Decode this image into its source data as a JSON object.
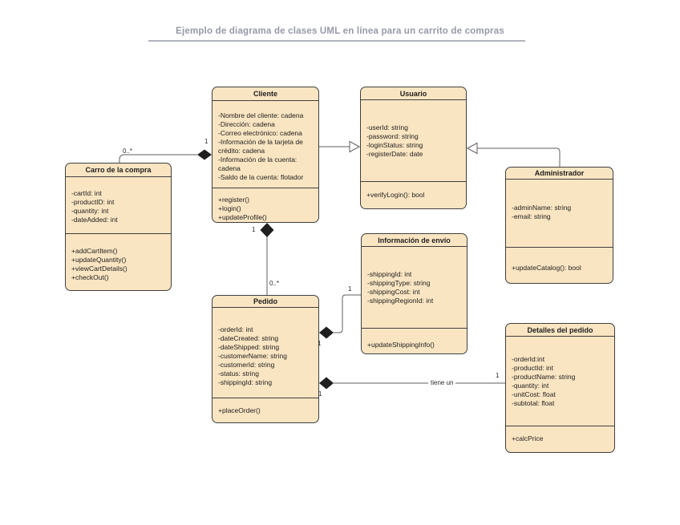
{
  "title": "Ejemplo de diagrama de clases UML en línea para un carrito de compras",
  "colors": {
    "class_fill": "#fae5c2",
    "class_border": "#3f3f3f",
    "connector": "#5f5f5f",
    "diamond": "#1f1f1f",
    "heading_text": "#959aa7",
    "heading_underline": "#aeb3bd"
  },
  "classes": [
    {
      "name": "Cliente",
      "attributes": [
        "-Nombre del cliente: cadena",
        "-Dirección: cadena",
        "-Correo electrónico: cadena",
        "-Información de la tarjeta de crédito: cadena",
        "-Información de la cuenta: cadena",
        "-Saldo de la cuenta: flotador"
      ],
      "methods": [
        "+register()",
        "+login()",
        "+updateProfile()"
      ]
    },
    {
      "name": "Usuario",
      "attributes": [
        "-userId: string",
        "-password: string",
        "-loginStatus: string",
        "-registerDate: date"
      ],
      "methods": [
        "+verifyLogin(): bool"
      ]
    },
    {
      "name": "Carro de la compra",
      "attributes": [
        "-cartId: int",
        "-productID: int",
        "-quantity: int",
        "-dateAdded: int"
      ],
      "methods": [
        "+addCartItem()",
        "+updateQuantity()",
        "+viewCartDetails()",
        "+checkOut()"
      ]
    },
    {
      "name": "Administrador",
      "attributes": [
        "-adminName: string",
        "-email: string"
      ],
      "methods": [
        "+updateCatalog(): bool"
      ]
    },
    {
      "name": "Información de envío",
      "attributes": [
        "-shippingId: int",
        "-shippingType: string",
        "-shippingCost: int",
        "-shippingRegionId: int"
      ],
      "methods": [
        "+updateShippingInfo()"
      ]
    },
    {
      "name": "Pedido",
      "attributes": [
        "-orderId: int",
        "-dateCreated: string",
        "-dateShipped: string",
        "-customerName: string",
        "-customerId: string",
        "-status: string",
        "-shippingId: string"
      ],
      "methods": [
        "+placeOrder()"
      ]
    },
    {
      "name": "Detalles del pedido",
      "attributes": [
        "-orderId:int",
        "-productId: int",
        "-productName: string",
        "-quantity: int",
        "-unitCost: float",
        "-subtotal: float"
      ],
      "methods": [
        "+calcPrice"
      ]
    }
  ],
  "relationships": [
    {
      "type": "composition",
      "a": "Carro de la compra",
      "b": "Cliente",
      "a_mult": "0..*",
      "b_mult": "1"
    },
    {
      "type": "generalization",
      "a": "Cliente",
      "b": "Usuario"
    },
    {
      "type": "generalization",
      "a": "Administrador",
      "b": "Usuario"
    },
    {
      "type": "composition",
      "a": "Cliente",
      "b": "Pedido",
      "a_mult": "1",
      "b_mult": "0..*"
    },
    {
      "type": "composition",
      "a": "Pedido",
      "b": "Información de envío",
      "a_mult": "1",
      "b_mult": "1"
    },
    {
      "type": "composition",
      "a": "Pedido",
      "b": "Detalles del pedido",
      "a_mult": "1",
      "b_mult": "1",
      "label": "tiene un"
    }
  ]
}
